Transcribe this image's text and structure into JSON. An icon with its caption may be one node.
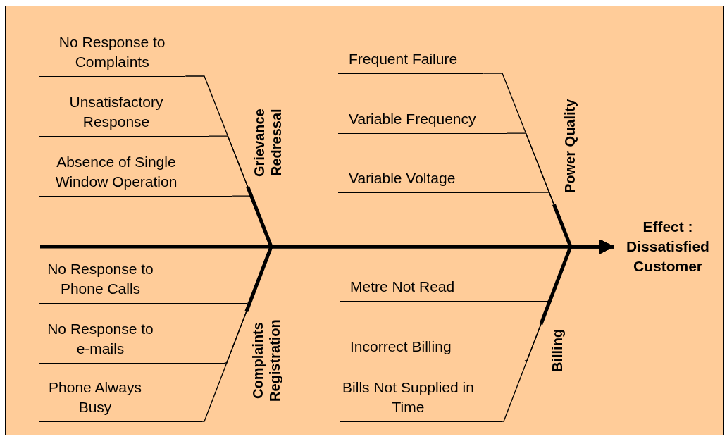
{
  "diagram": {
    "nodes": [
      {
        "text": [
          "No Response to Complaints"
        ]
      },
      {
        "text": [
          "Unsatisfactory Response"
        ]
      },
      {
        "text": [
          "Absence of Single Window Operation"
        ]
      },
      {
        "text": [
          "Grievance Redressal"
        ]
      },
      {
        "text": [
          "Frequent Failure"
        ]
      },
      {
        "text": [
          "Variable Frequency"
        ]
      },
      {
        "text": [
          "Variable Voltage"
        ]
      },
      {
        "text": [
          "Power Quality"
        ]
      },
      {
        "text": [
          "Effect : Dissatisfied Customer"
        ]
      },
      {
        "text": [
          "No Response to Phone Calls"
        ]
      },
      {
        "text": [
          "No Response to e-mails"
        ]
      },
      {
        "text": [
          "Phone Always Busy"
        ]
      },
      {
        "text": [
          "Complaints Registration"
        ]
      },
      {
        "text": [
          "Metre Not Read"
        ]
      },
      {
        "text": [
          "Incorrect Billing"
        ]
      },
      {
        "text": [
          "Bills Not Supplied in Time"
        ]
      },
      {
        "text": [
          "Billing"
        ]
      }
    ],
    "edges": [
      {
        "from": 0,
        "to": 3,
        "arrow": "none"
      },
      {
        "from": 1,
        "to": 3,
        "arrow": "none"
      },
      {
        "from": 2,
        "to": 3,
        "arrow": "none"
      },
      {
        "from": 4,
        "to": 7,
        "arrow": "none"
      },
      {
        "from": 5,
        "to": 7,
        "arrow": "none"
      },
      {
        "from": 6,
        "to": 7,
        "arrow": "none"
      },
      {
        "from": 9,
        "to": 12,
        "arrow": "none"
      },
      {
        "from": 10,
        "to": 12,
        "arrow": "none"
      },
      {
        "from": 11,
        "to": 12,
        "arrow": "none"
      },
      {
        "from": 13,
        "to": 16,
        "arrow": "none"
      },
      {
        "from": 14,
        "to": 16,
        "arrow": "none"
      },
      {
        "from": 15,
        "to": 16,
        "arrow": "none"
      },
      {
        "from": 3,
        "to": 8,
        "arrow": "to",
        "style": "thick"
      },
      {
        "from": 7,
        "to": 8,
        "arrow": "to",
        "style": "thick"
      },
      {
        "from": 12,
        "to": 8,
        "arrow": "to",
        "style": "thick"
      },
      {
        "from": 16,
        "to": 8,
        "arrow": "to",
        "style": "thick"
      }
    ]
  }
}
